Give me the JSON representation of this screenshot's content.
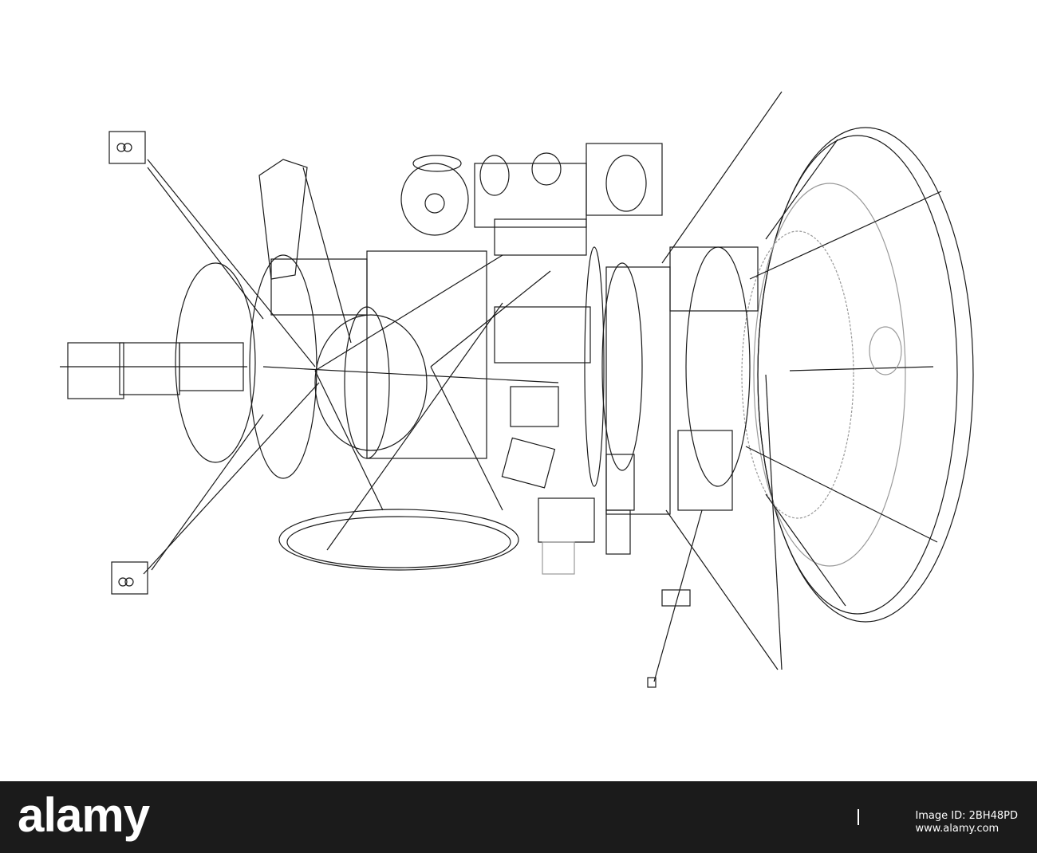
{
  "image": {
    "subject": "satellite-wireframe",
    "colors": {
      "background": "#ffffff",
      "line": "#1a1a1a",
      "hidden_line": "#9a9a9a",
      "footer": "#1b1b1b"
    }
  },
  "watermark": {
    "logo_text": "alamy",
    "image_id": "Image ID: 2BH48PD",
    "url": "www.alamy.com"
  }
}
